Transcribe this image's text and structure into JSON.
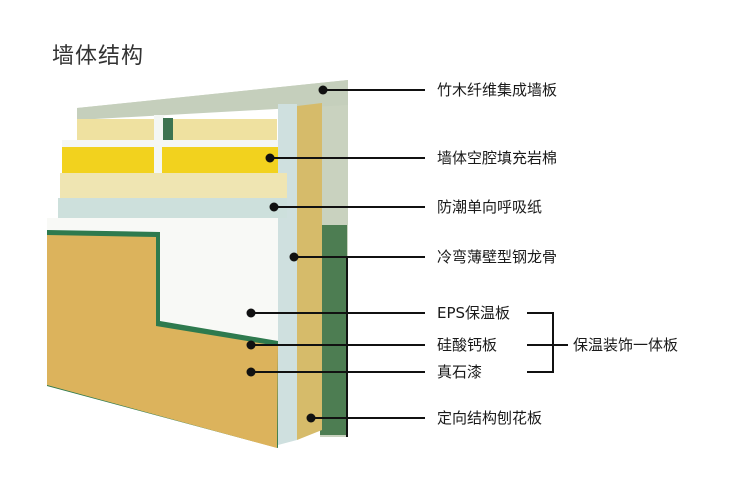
{
  "title": "墙体结构",
  "labels": [
    "竹木纤维集成墙板",
    "墙体空腔填充岩棉",
    "防潮单向呼吸纸",
    "冷弯薄壁型钢龙骨",
    "EPS保温板",
    "硅酸钙板",
    "真石漆",
    "定向结构刨花板"
  ],
  "group_label": "保温装饰一体板",
  "colors": {
    "back_panel": "#c9d2bf",
    "dark_green": "#4d7d52",
    "osb": "#d9bf6e",
    "stud": "#cfe0df",
    "rock_wool": "#efe3a6",
    "yellow": "#f2d21e",
    "eps": "#f8f9f6",
    "stucco": "#dcb35c",
    "green_edge": "#2e7a4e"
  }
}
